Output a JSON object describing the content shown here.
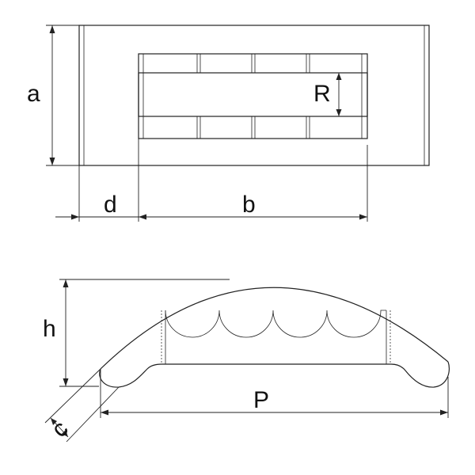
{
  "labels": {
    "a": "a",
    "b": "b",
    "d": "d",
    "R": "R",
    "h": "h",
    "P": "P",
    "c": "c"
  }
}
